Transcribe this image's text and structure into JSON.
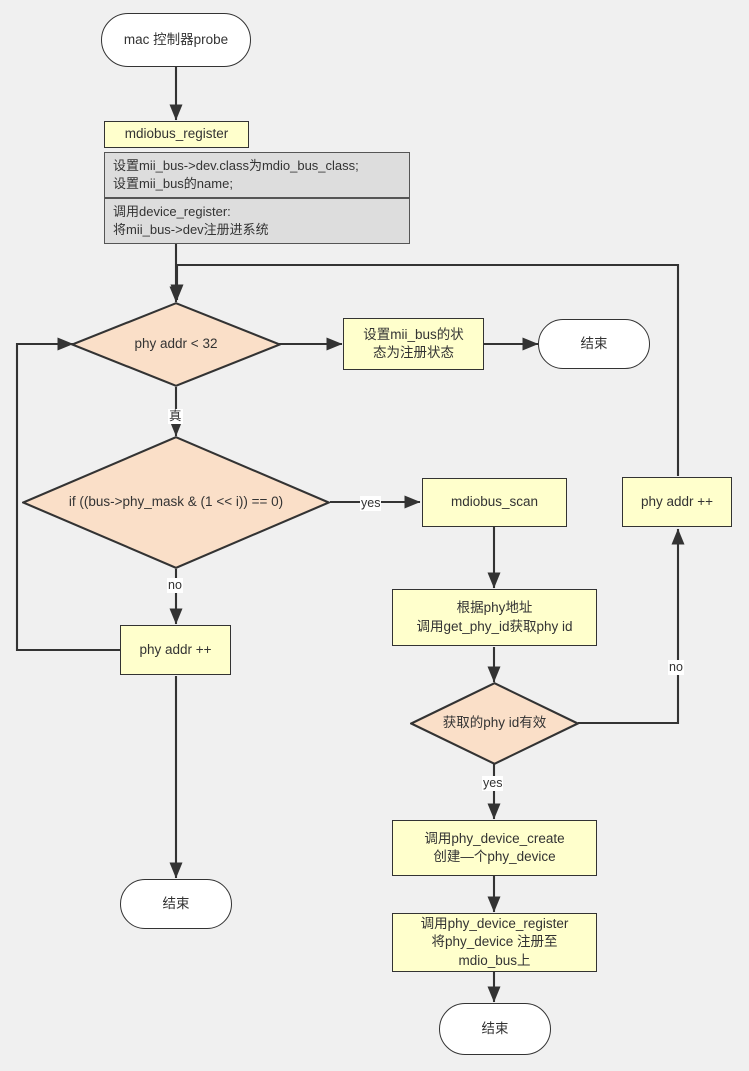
{
  "diagram": {
    "title": "mdiobus_register flowchart",
    "background_color": "#f0f0f0",
    "colors": {
      "process_fill": "#ffffcc",
      "decision_fill": "#fadfc8",
      "terminal_fill": "#ffffff",
      "detail_fill": "#dddddd",
      "stroke": "#333333",
      "text": "#333333"
    },
    "nodes": [
      {
        "id": "start",
        "type": "terminal",
        "label": "mac 控制器probe"
      },
      {
        "id": "mdiobus_reg",
        "type": "process",
        "label": "mdiobus_register"
      },
      {
        "id": "detail1",
        "type": "detail",
        "label": "设置mii_bus->dev.class为mdio_bus_class;\n设置mii_bus的name;"
      },
      {
        "id": "detail2",
        "type": "detail",
        "label": "调用device_register:\n将mii_bus->dev注册进系统"
      },
      {
        "id": "dec_addr",
        "type": "decision",
        "label": "phy addr < 32"
      },
      {
        "id": "set_state",
        "type": "process",
        "label": "设置mii_bus的状\n态为注册状态"
      },
      {
        "id": "end_right",
        "type": "terminal",
        "label": "结束"
      },
      {
        "id": "dec_mask",
        "type": "decision",
        "label": "if ((bus->phy_mask & (1 << i)) == 0)"
      },
      {
        "id": "scan",
        "type": "process",
        "label": "mdiobus_scan"
      },
      {
        "id": "addr_inc_r",
        "type": "process",
        "label": "phy addr ++"
      },
      {
        "id": "get_phy_id",
        "type": "process",
        "label": "根据phy地址\n调用get_phy_id获取phy id"
      },
      {
        "id": "dec_valid",
        "type": "decision",
        "label": "获取的phy id有效"
      },
      {
        "id": "addr_inc_l",
        "type": "process",
        "label": "phy addr ++"
      },
      {
        "id": "end_left",
        "type": "terminal",
        "label": "结束"
      },
      {
        "id": "dev_create",
        "type": "process",
        "label": "调用phy_device_create\n创建—个phy_device"
      },
      {
        "id": "dev_register",
        "type": "process",
        "label": "调用phy_device_register\n将phy_device 注册至\nmdio_bus上"
      },
      {
        "id": "end_bottom",
        "type": "terminal",
        "label": "结束"
      }
    ],
    "edges": [
      {
        "from": "start",
        "to": "mdiobus_reg",
        "label": ""
      },
      {
        "from": "detail2",
        "to": "dec_addr",
        "label": ""
      },
      {
        "from": "dec_addr",
        "to": "set_state",
        "label": ""
      },
      {
        "from": "set_state",
        "to": "end_right",
        "label": ""
      },
      {
        "from": "dec_addr",
        "to": "dec_mask",
        "label": "真"
      },
      {
        "from": "dec_mask",
        "to": "scan",
        "label": "yes"
      },
      {
        "from": "dec_mask",
        "to": "addr_inc_l",
        "label": "no"
      },
      {
        "from": "addr_inc_l",
        "to": "dec_addr",
        "label": ""
      },
      {
        "from": "addr_inc_l",
        "to": "end_left",
        "label": ""
      },
      {
        "from": "scan",
        "to": "get_phy_id",
        "label": ""
      },
      {
        "from": "get_phy_id",
        "to": "dec_valid",
        "label": ""
      },
      {
        "from": "dec_valid",
        "to": "addr_inc_r",
        "label": "no"
      },
      {
        "from": "dec_valid",
        "to": "dev_create",
        "label": "yes"
      },
      {
        "from": "addr_inc_r",
        "to": "dec_addr",
        "label": ""
      },
      {
        "from": "dev_create",
        "to": "dev_register",
        "label": ""
      },
      {
        "from": "dev_register",
        "to": "end_bottom",
        "label": ""
      }
    ],
    "edge_labels": {
      "true_cn": "真",
      "yes": "yes",
      "no": "no"
    }
  }
}
